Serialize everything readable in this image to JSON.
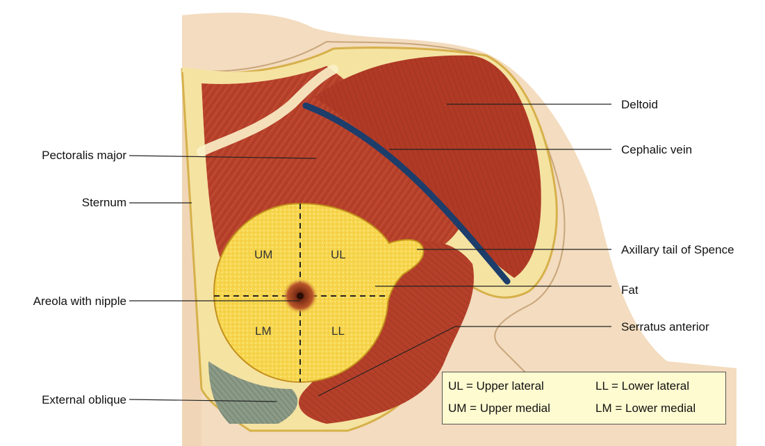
{
  "labels": {
    "deltoid": "Deltoid",
    "cephalic_vein": "Cephalic vein",
    "pectoralis_major": "Pectoralis major",
    "sternum": "Sternum",
    "axillary_tail": "Axillary tail of Spence",
    "fat": "Fat",
    "areola": "Areola with nipple",
    "serratus": "Serratus anterior",
    "external_oblique": "External oblique"
  },
  "quadrants": {
    "um": "UM",
    "ul": "UL",
    "lm": "LM",
    "ll": "LL"
  },
  "legend": {
    "ul": "UL = Upper lateral",
    "ll": "LL = Lower lateral",
    "um": "UM = Upper medial",
    "lm": "LM = Lower medial"
  },
  "colors": {
    "muscle": "#b8412a",
    "muscle_dark": "#8e2d1c",
    "fat": "#f7d64e",
    "skin": "#f3dcbf",
    "vein": "#1d3d6b",
    "legend_bg": "#fffbd0"
  }
}
